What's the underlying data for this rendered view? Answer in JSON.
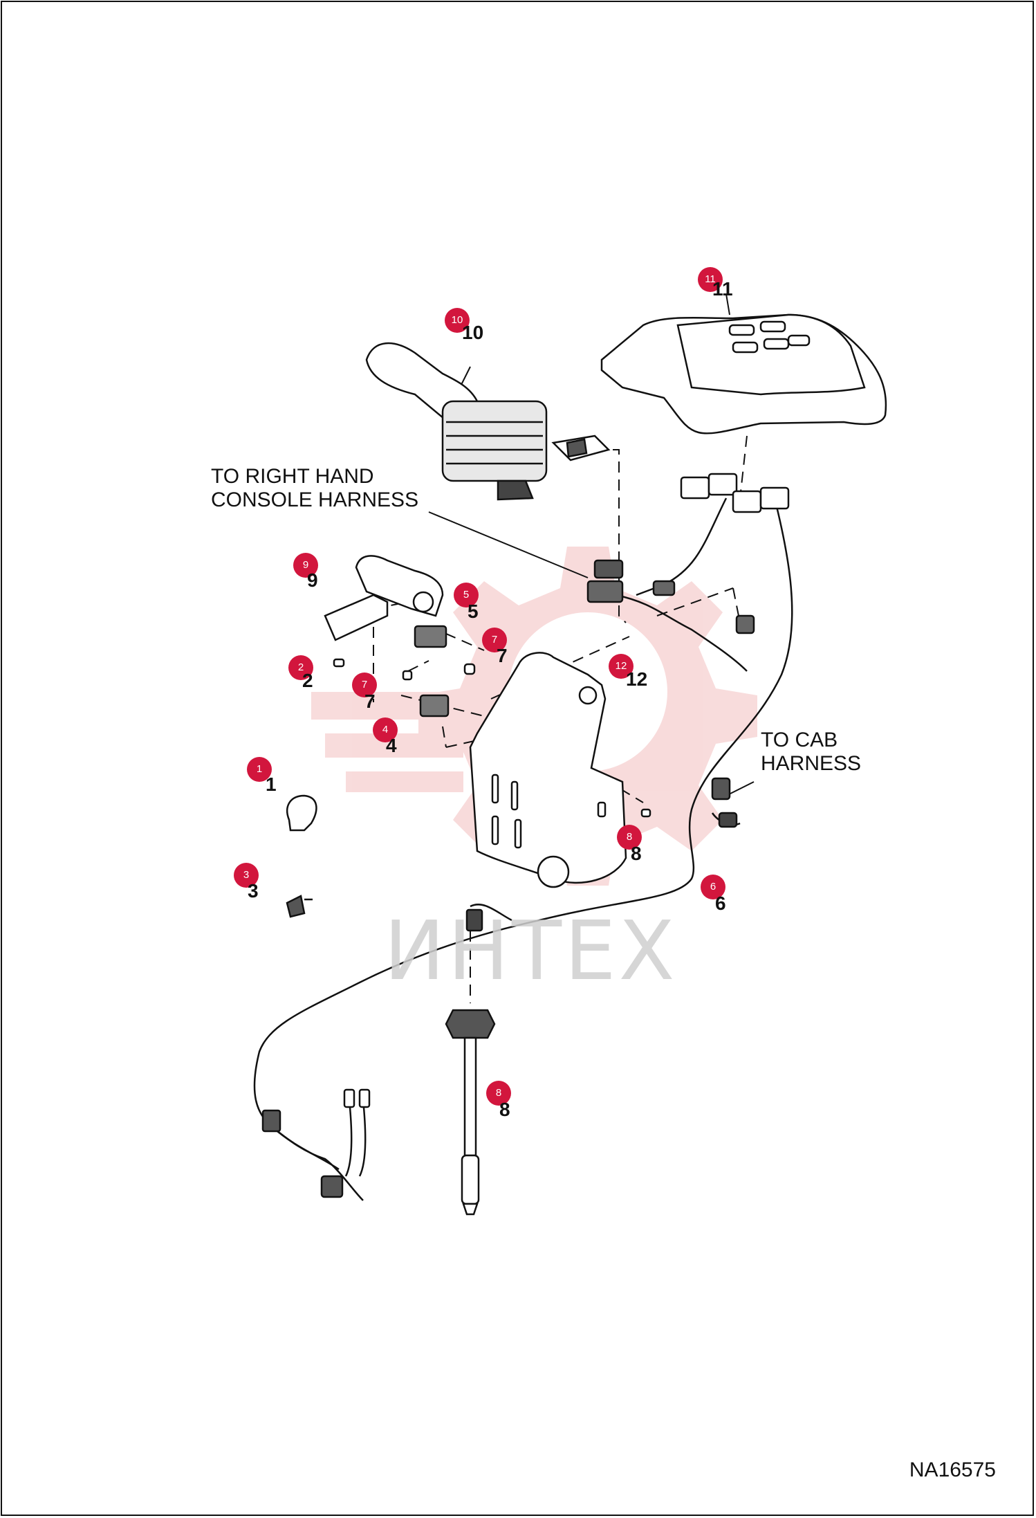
{
  "callouts": [
    {
      "id": "to-right-hand",
      "lines": [
        "TO RIGHT HAND",
        "CONSOLE HARNESS"
      ]
    },
    {
      "id": "to-cab",
      "lines": [
        "TO CAB",
        "HARNESS"
      ]
    }
  ],
  "drawing_id": "NA16575",
  "watermark": "ИНТЕХ",
  "markers": [
    "1",
    "2",
    "3",
    "4",
    "5",
    "6",
    "7",
    "7",
    "8",
    "8",
    "9",
    "10",
    "11",
    "12"
  ],
  "part_numbers": [
    "1",
    "2",
    "3",
    "4",
    "5",
    "6",
    "7",
    "7",
    "8",
    "8",
    "9",
    "10",
    "11",
    "12"
  ],
  "colors": {
    "marker": "#d2163d",
    "line": "#111111",
    "watermark_logo": "#f2c7c7",
    "watermark_text": "#d0d0d0"
  }
}
